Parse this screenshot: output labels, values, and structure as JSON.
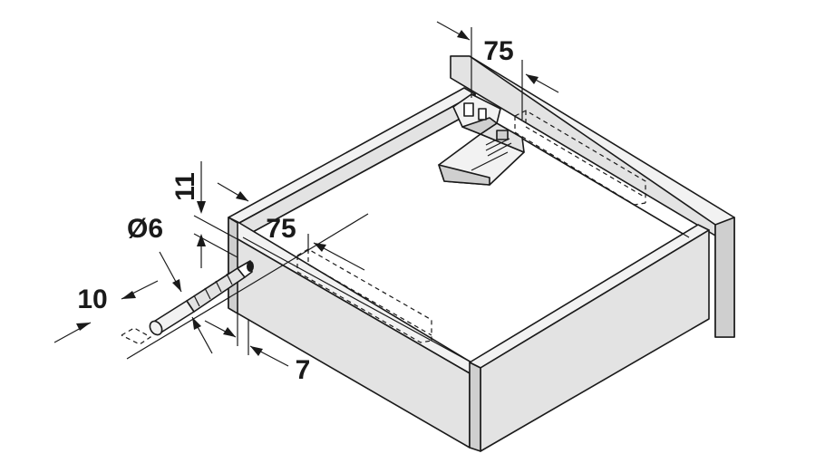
{
  "diagram": {
    "dimensions": {
      "rear_bracket_offset": "75",
      "front_bracket_offset": "75",
      "drill_hole_height": "11",
      "drill_diameter": "Ø6",
      "drill_depth": "10",
      "front_panel_offset": "7"
    },
    "colors": {
      "line": "#1a1a1a",
      "panel_light": "#f2f2f2",
      "panel_mid": "#e3e3e3",
      "panel_dark": "#cfcfcf",
      "background": "#ffffff"
    },
    "icons": {
      "drill_bit": "drill-bit-icon",
      "bracket": "locking-device-icon"
    }
  }
}
